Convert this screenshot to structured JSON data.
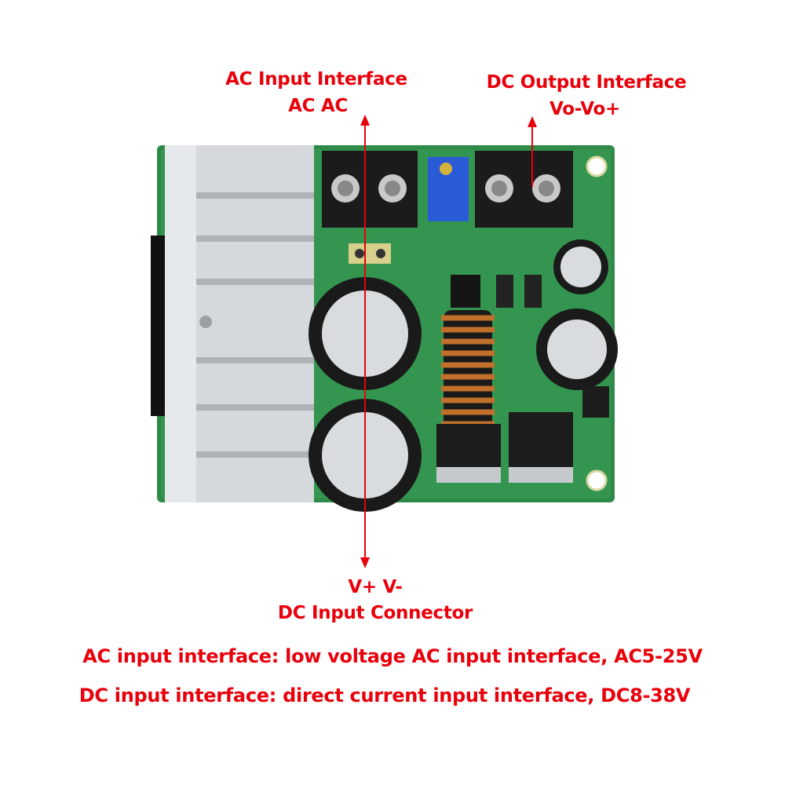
{
  "callouts": {
    "ac_input": {
      "title": "AC Input Interface",
      "pins": "AC AC"
    },
    "dc_output": {
      "title": "DC Output Interface",
      "pins": "Vo-Vo+"
    },
    "dc_input": {
      "pins": "V+ V-",
      "title": "DC Input Connector"
    }
  },
  "notes": [
    "AC input interface: low voltage AC input interface, AC5-25V",
    "DC input interface: direct current input interface, DC8-38V"
  ],
  "colors": {
    "annotation": "#e8000b",
    "pcb": "#2f8a4a",
    "heatsink": "#cfd3d6",
    "terminal": "#1a1a1a",
    "trimmer": "#2a5bd7",
    "inductor": "#c0702a"
  }
}
